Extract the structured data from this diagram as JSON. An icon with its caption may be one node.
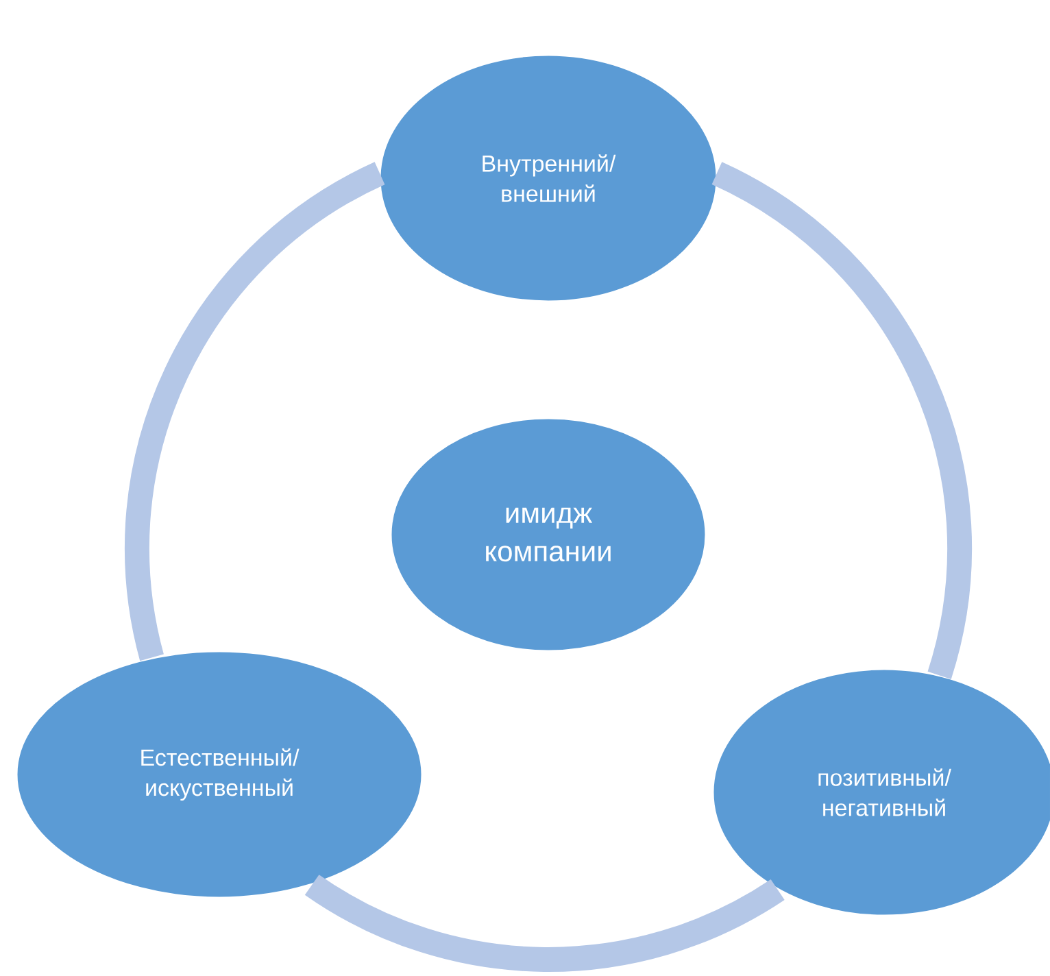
{
  "diagram": {
    "nodes": [
      {
        "text": [
          "Внутренний/ внешний"
        ]
      },
      {
        "text": [
          "имидж компании"
        ]
      },
      {
        "text": [
          "Естественный/ искуственный"
        ]
      },
      {
        "text": [
          "позитивный/ негативный"
        ]
      }
    ],
    "edges": [
      {
        "from": 0,
        "to": 3,
        "arrow": "none"
      },
      {
        "from": 3,
        "to": 2,
        "arrow": "none"
      },
      {
        "from": 2,
        "to": 0,
        "arrow": "none"
      }
    ]
  }
}
